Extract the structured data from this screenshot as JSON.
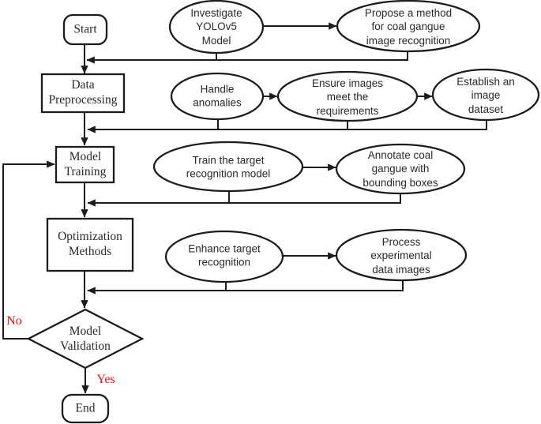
{
  "colors": {
    "background": "#ffffff",
    "stroke": "#1c1c1c",
    "text": "#2a2a2a",
    "node_fill": "#ffffff",
    "branch_label": "#ee1111"
  },
  "diagram_type": "flowchart",
  "nodes": {
    "start": {
      "shape": "terminal",
      "label": "Start"
    },
    "investigate": {
      "shape": "ellipse",
      "label": "Investigate\nYOLOv5\nModel"
    },
    "propose": {
      "shape": "ellipse",
      "label": "Propose a method\nfor coal gangue\nimage recognition"
    },
    "data_preprocessing": {
      "shape": "process",
      "label": "Data\nPreprocessing"
    },
    "handle_anomalies": {
      "shape": "ellipse",
      "label": "Handle\nanomalies"
    },
    "ensure_images": {
      "shape": "ellipse",
      "label": "Ensure images\nmeet the\nrequirements"
    },
    "establish_dataset": {
      "shape": "ellipse",
      "label": "Establish an\nimage\ndataset"
    },
    "model_training": {
      "shape": "process",
      "label": "Model\nTraining"
    },
    "train_model": {
      "shape": "ellipse",
      "label": "Train the target\nrecognition model"
    },
    "annotate_gangue": {
      "shape": "ellipse",
      "label": "Annotate coal\ngangue with\nbounding boxes"
    },
    "optimization_methods": {
      "shape": "process",
      "label": "Optimization\nMethods"
    },
    "enhance_recognition": {
      "shape": "ellipse",
      "label": "Enhance target\nrecognition"
    },
    "process_images": {
      "shape": "ellipse",
      "label": "Process\nexperimental\ndata images"
    },
    "model_validation": {
      "shape": "decision",
      "label": "Model\nValidation"
    },
    "end": {
      "shape": "terminal",
      "label": "End"
    }
  },
  "branch_labels": {
    "no": "No",
    "yes": "Yes"
  }
}
